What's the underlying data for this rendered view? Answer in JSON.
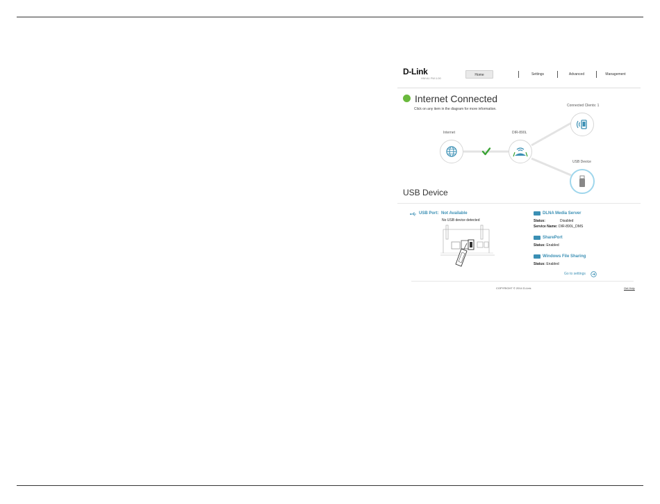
{
  "header": {
    "logo_text": "D-Link",
    "hw_fw": "HW:A1  FW:1.00",
    "nav": {
      "home": "Home",
      "settings": "Settings",
      "advanced": "Advanced",
      "management": "Management"
    }
  },
  "status": {
    "title": "Internet Connected",
    "hint": "Click on any item in the diagram for more information.",
    "color": "#6ab93d"
  },
  "diagram": {
    "internet_label": "Internet",
    "router_label": "DIR-890L",
    "clients_label": "Connected Clients: 1",
    "usb_label": "USB Device"
  },
  "usb_section": {
    "title": "USB Device",
    "port_label": "USB Port:",
    "port_status": "Not Available",
    "port_detail": "No USB device detected",
    "dlna": {
      "title": "DLNA Media Server",
      "status_label": "Status:",
      "status_value": "Disabled",
      "service_label": "Service Name:",
      "service_value": "DIR-890L_DMS"
    },
    "shareport": {
      "title": "SharePort",
      "status_label": "Status:",
      "status_value": "Enabled"
    },
    "wfs": {
      "title": "Windows File Sharing",
      "status_label": "Status:",
      "status_value": "Enabled"
    },
    "go_settings": "Go to settings"
  },
  "footer": {
    "copyright": "COPYRIGHT © 2014 D-Link",
    "get_help": "Get Help"
  },
  "colors": {
    "accent": "#3a8fb4",
    "connected": "#6ab93d",
    "check": "#3aa335"
  }
}
